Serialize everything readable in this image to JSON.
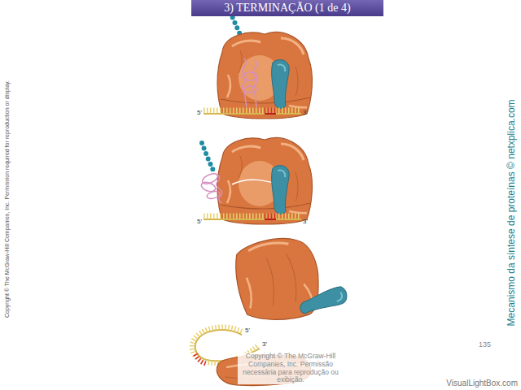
{
  "diagram": {
    "title": "3) TERMINAÇÃO (1 de 4)",
    "labels": [
      "Copyright © The McGraw-Hill Companies, Inc. Permission required for reproduction or display.",
      "5'",
      "3'",
      "5'",
      "3'",
      "5'",
      "3'",
      "Mecanismo da síntese de proteínas © netxplica.com",
      "Copyright © The McGraw-Hill Companies, Inc. Permissão necessária para reprodução ou exibição.",
      "135",
      "VisualLightBox.com"
    ]
  }
}
